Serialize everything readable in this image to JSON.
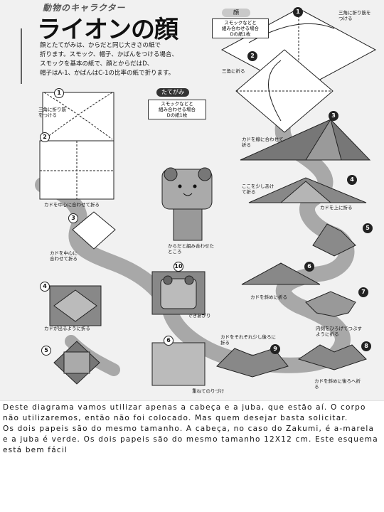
{
  "diagram": {
    "series_title": "動物のキャラクター",
    "title": "ライオンの顔",
    "intro_lines": [
      "顔とたてがみは、からだと同じ大きさの紙で",
      "折ります。スモック、帽子、かばんをつける場合、",
      "スモックを基本の紙で、顔とからだはD、",
      "帽子はA-1、かばんはC-1の比率の紙で折ります。"
    ],
    "face_tag": "顔",
    "face_note": [
      "スモックなどと",
      "組み合わせる場合",
      "Dの紙1枚"
    ],
    "mane_tag": "たてがみ",
    "mane_note": [
      "スモックなどと",
      "組み合わせる場合",
      "Dの紙1枚"
    ],
    "labels": {
      "triangle_fold_a": "三角に折り筋をつける",
      "triangle_fold_b": "三角に折る",
      "triangle_fold_c": "三角に折り筋をつける",
      "corner_to_center": "カドを中心に合わせて折る",
      "corner_to_edge": "カドを線に合わせて折る",
      "leave_gap": "ここを少しあけて折る",
      "corner_up": "カドを上に折る",
      "body_together": "からだと組み合わせたところ",
      "corner_center_fold": "カドを中心に合わせて折る",
      "corner_diagonal": "カドを斜めに折る",
      "open_squash": "内側をひろげてつぶすように折る",
      "corner_out": "カドが出るように折る",
      "done": "できあがり",
      "corners_back": "カドをそれぞれ少し後ろに折る",
      "corners_diag_back": "カドを斜めに後ろへ折る",
      "overlap_glue": "重ねてのりづけ"
    },
    "step_numbers": [
      "1",
      "2",
      "3",
      "4",
      "5",
      "6",
      "7",
      "8",
      "9",
      "10"
    ]
  },
  "caption": {
    "paragraphs": [
      "Deste diagrama vamos utilizar apenas a cabeça e a juba, que estão aí. O corpo não utilizaremos, então não foi colocado. Mas quem desejar basta solicitar.",
      "Os dois papeis são do mesmo tamanho. A cabeça, no caso do Zakumi, é a-marela e a juba é verde. Os dois papeis são do mesmo tamanho 12X12 cm. Este esquema está bem fácil"
    ]
  }
}
